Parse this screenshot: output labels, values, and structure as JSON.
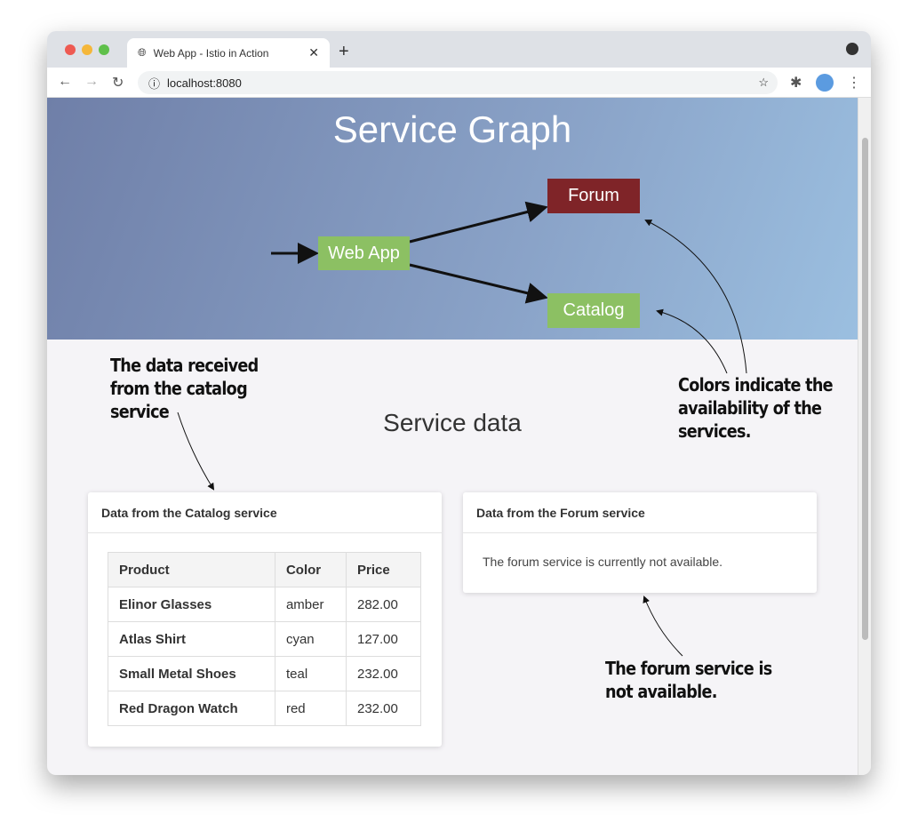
{
  "browser": {
    "tab_title": "Web App - Istio in Action",
    "url": "localhost:8080"
  },
  "banner": {
    "title": "Service Graph",
    "nodes": {
      "webapp": "Web App",
      "forum": "Forum",
      "catalog": "Catalog"
    },
    "colors": {
      "available": "#8cc063",
      "unavailable": "#7f2428"
    }
  },
  "main": {
    "title": "Service data",
    "catalog_card": {
      "title": "Data from the Catalog service",
      "headers": [
        "Product",
        "Color",
        "Price"
      ],
      "rows": [
        [
          "Elinor Glasses",
          "amber",
          "282.00"
        ],
        [
          "Atlas Shirt",
          "cyan",
          "127.00"
        ],
        [
          "Small Metal Shoes",
          "teal",
          "232.00"
        ],
        [
          "Red Dragon Watch",
          "red",
          "232.00"
        ]
      ]
    },
    "forum_card": {
      "title": "Data from the Forum service",
      "message": "The forum service is currently not available."
    }
  },
  "annotations": {
    "catalog": [
      "The data received",
      "from the catalog",
      "service"
    ],
    "colors": [
      "Colors indicate the",
      "availability of the",
      "services."
    ],
    "forum": [
      "The forum service is",
      "not available."
    ]
  }
}
